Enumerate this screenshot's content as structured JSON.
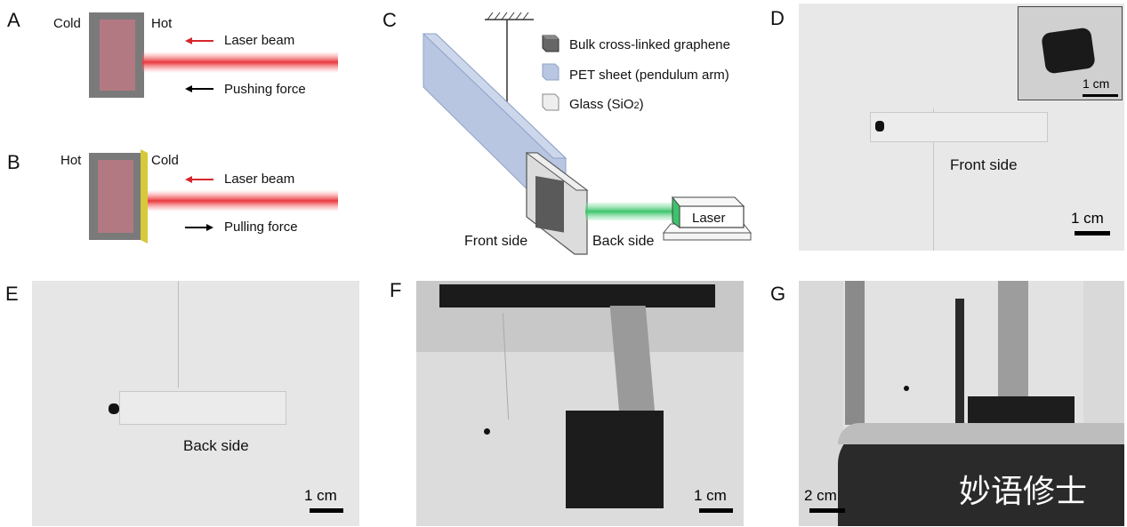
{
  "panels": {
    "A": {
      "letter": "A",
      "cold": "Cold",
      "hot": "Hot",
      "laser": "Laser beam",
      "force": "Pushing force"
    },
    "B": {
      "letter": "B",
      "hot": "Hot",
      "cold": "Cold",
      "laser": "Laser beam",
      "force": "Pulling force"
    },
    "C": {
      "letter": "C",
      "legend": [
        "Bulk cross-linked graphene",
        "PET sheet (pendulum arm)",
        "Glass (SiO2)"
      ],
      "front": "Front side",
      "back": "Back side",
      "laser": "Laser"
    },
    "D": {
      "letter": "D",
      "inset_scale": "1 cm",
      "caption": "Front side",
      "scale": "1 cm"
    },
    "E": {
      "letter": "E",
      "caption": "Back side",
      "scale": "1 cm"
    },
    "F": {
      "letter": "F",
      "scale": "1 cm"
    },
    "G": {
      "letter": "G",
      "scale": "2 cm",
      "watermark": "妙语修士"
    }
  },
  "colors": {
    "laser_red": "#e8383d",
    "laser_green": "#3cc46a",
    "pet_blue": "#b9c6e2",
    "arrow_red": "#d8262b"
  }
}
